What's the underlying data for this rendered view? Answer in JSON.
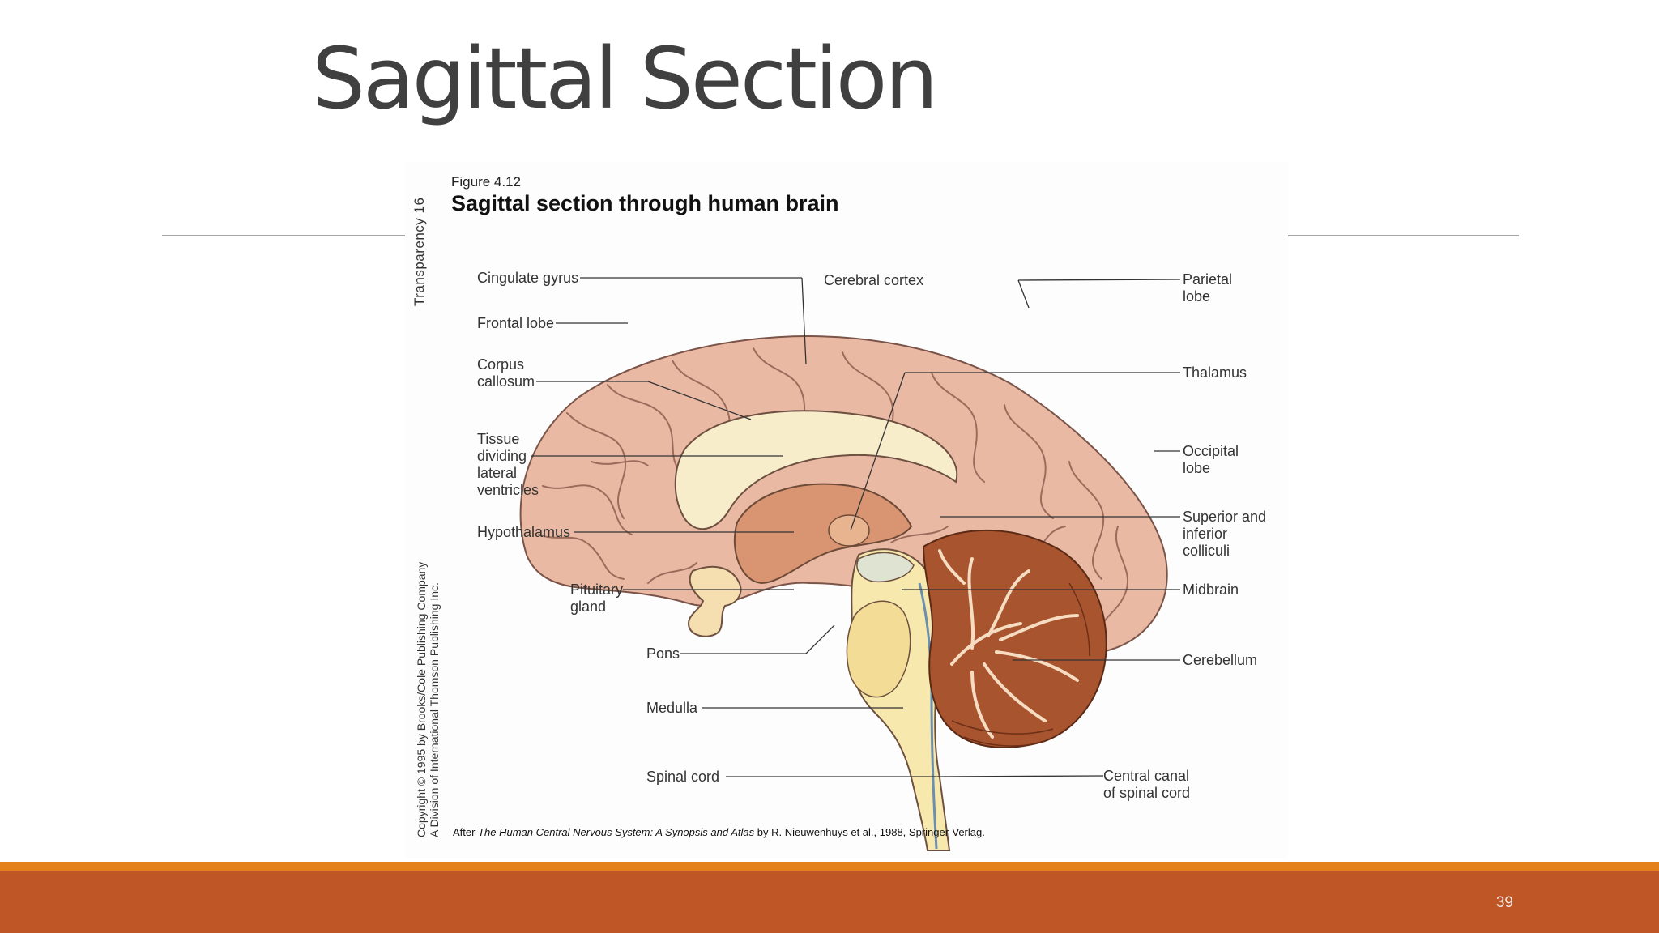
{
  "slide": {
    "title": "Sagittal Section",
    "page_number": "39"
  },
  "figure": {
    "number": "Figure 4.12",
    "title": "Sagittal section through human brain",
    "side_label": "Transparency 16",
    "copyright_line1": "Copyright © 1995 by Brooks/Cole Publishing Company",
    "copyright_line2": "A Division of International Thomson Publishing Inc.",
    "attribution_prefix": "After ",
    "attribution_book": "The Human Central Nervous System: A Synopsis and Atlas",
    "attribution_suffix": " by R. Nieuwenhuys et al., 1988, Springer-Verlag.",
    "labels": {
      "cingulate_gyrus": "Cingulate gyrus",
      "cerebral_cortex": "Cerebral cortex",
      "frontal_lobe": "Frontal lobe",
      "corpus_callosum_1": "Corpus",
      "corpus_callosum_2": "callosum",
      "tissue_1": "Tissue",
      "tissue_2": "dividing",
      "tissue_3": "lateral",
      "tissue_4": "ventricles",
      "hypothalamus": "Hypothalamus",
      "pituitary_1": "Pituitary",
      "pituitary_2": "gland",
      "pons": "Pons",
      "medulla": "Medulla",
      "spinal_cord": "Spinal cord",
      "parietal_1": "Parietal",
      "parietal_2": "lobe",
      "thalamus": "Thalamus",
      "occipital_1": "Occipital",
      "occipital_2": "lobe",
      "colliculi_1": "Superior and",
      "colliculi_2": "inferior",
      "colliculi_3": "colliculi",
      "midbrain": "Midbrain",
      "cerebellum": "Cerebellum",
      "central_canal_1": "Central canal",
      "central_canal_2": "of spinal cord"
    }
  },
  "colors": {
    "title": "#404040",
    "accent_orange": "#e4811c",
    "accent_rust": "#bf5625",
    "cortex": "#eab9a4",
    "cerebellum": "#a8542f",
    "brainstem": "#f7e8ae"
  }
}
